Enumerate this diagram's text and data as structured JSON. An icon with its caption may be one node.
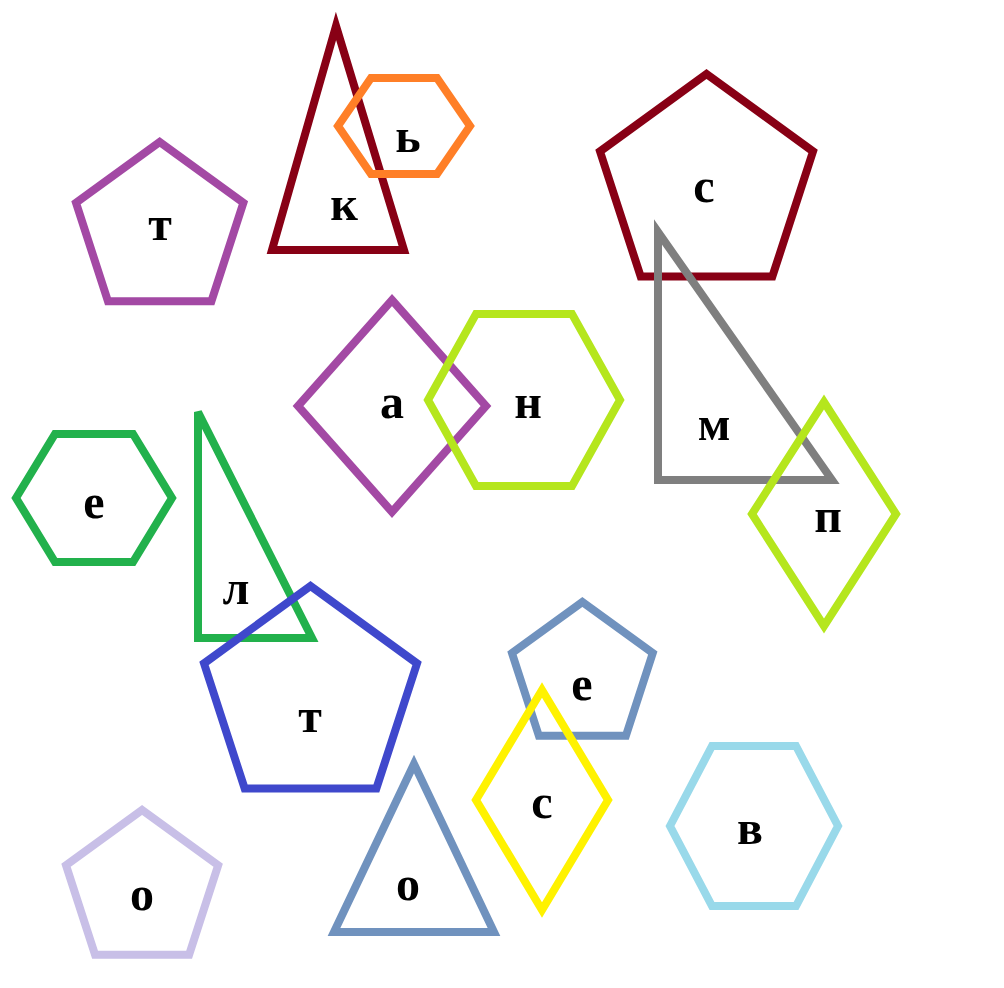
{
  "diagram": {
    "nodes": [
      {
        "text": [
          "к"
        ]
      },
      {
        "text": [
          "ь"
        ]
      },
      {
        "text": [
          "с"
        ]
      },
      {
        "text": [
          "т"
        ]
      },
      {
        "text": [
          "а"
        ]
      },
      {
        "text": [
          "н"
        ]
      },
      {
        "text": [
          "м"
        ]
      },
      {
        "text": [
          "п"
        ]
      },
      {
        "text": [
          "е"
        ]
      },
      {
        "text": [
          "л"
        ]
      },
      {
        "text": [
          "т"
        ]
      },
      {
        "text": [
          "е"
        ]
      },
      {
        "text": [
          "с"
        ]
      },
      {
        "text": [
          "в"
        ]
      },
      {
        "text": [
          "о"
        ]
      },
      {
        "text": [
          "о"
        ]
      }
    ]
  }
}
